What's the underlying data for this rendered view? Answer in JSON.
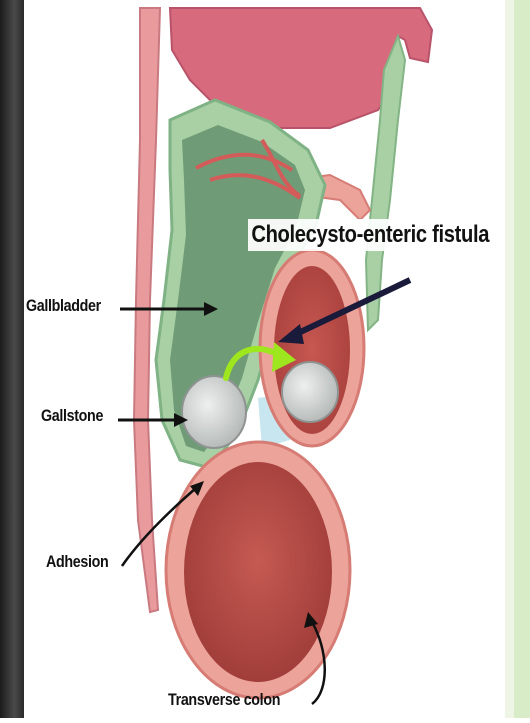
{
  "labels": {
    "gallbladder": "Gallbladder",
    "gallstone": "Gallstone",
    "adhesion": "Adhesion",
    "fistula": "Cholecysto-enteric fistula",
    "transverse_colon": "Transverse colon"
  },
  "colors": {
    "left_xray_strip": "#3a3a3a",
    "right_panel": "#d9ecc8",
    "liver": "#d76a7c",
    "gallbladder_wall": "#a8d0a4",
    "gallbladder_lumen": "#6f9c76",
    "bowel_wall": "#eba39a",
    "bowel_lumen": "#b84a45",
    "stone": "#cfd3d3",
    "arrow_green": "#9ee61d"
  }
}
